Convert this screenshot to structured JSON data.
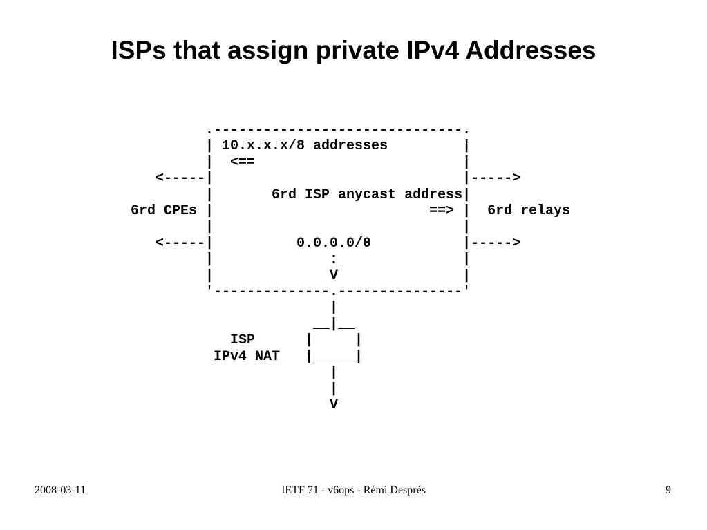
{
  "slide": {
    "title": "ISPs that assign private IPv4 Addresses",
    "diagram_lines": [
      "           .------------------------------.",
      "           | 10.x.x.x/8 addresses         |",
      "           |  <==                         |",
      "     <-----|                              |----->",
      "           |       6rd ISP anycast address|",
      "  6rd CPEs |                          ==> |  6rd relays",
      "           |                              |",
      "     <-----|          0.0.0.0/0           |----->",
      "           |              :               |",
      "           |              V               |",
      "           '--------------.---------------'",
      "                          |",
      "                        __|__",
      "              ISP      |     |",
      "            IPv4 NAT   |_____|",
      "                          |",
      "                          |",
      "                          V"
    ]
  },
  "footer": {
    "date": "2008-03-11",
    "center": "IETF 71 - v6ops - Rémi Després",
    "page": "9"
  }
}
